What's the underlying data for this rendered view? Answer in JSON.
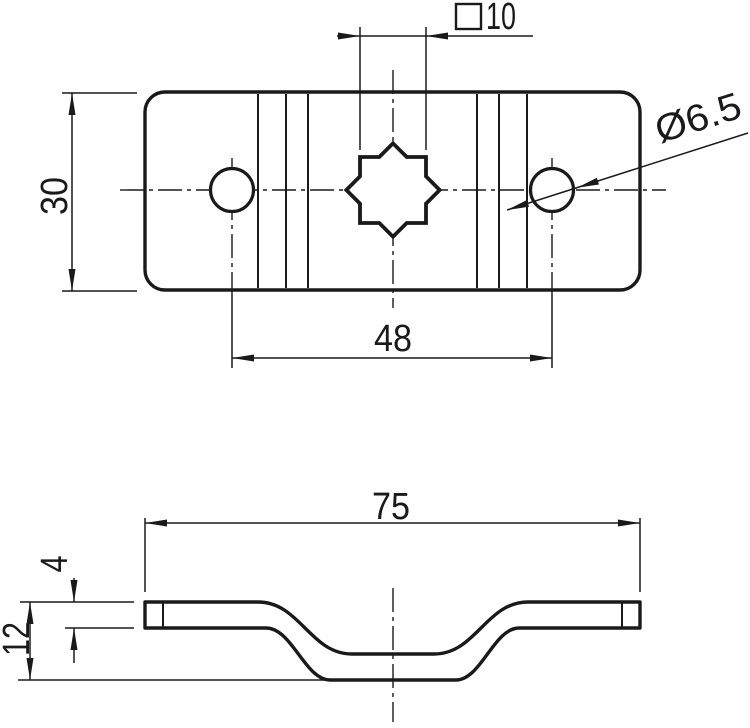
{
  "drawing": {
    "background": "#ffffff",
    "line_color": "#1a1a1a",
    "type_note": "two-view technical drawing of a bent clamp plate",
    "dimensions": {
      "square_width": {
        "symbol": "square",
        "value": "10"
      },
      "plate_height": {
        "value": "30"
      },
      "hole_spacing": {
        "value": "48"
      },
      "hole_diameter": {
        "symbol": "diameter",
        "value": "Ø6.5"
      },
      "length": {
        "value": "75"
      },
      "thickness": {
        "value": "4"
      },
      "total_height": {
        "value": "12"
      }
    }
  }
}
